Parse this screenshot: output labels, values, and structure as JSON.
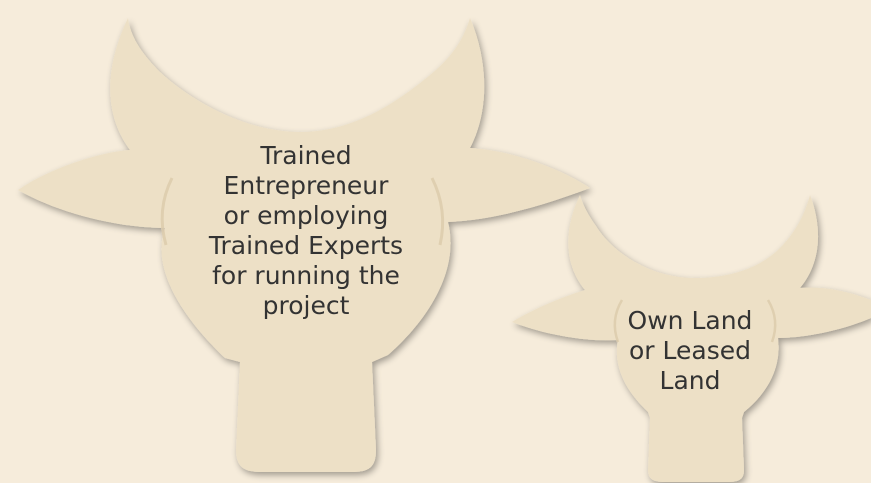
{
  "cows": [
    {
      "id": "cow-large",
      "lines": [
        "Trained",
        "Entrepreneur",
        "or employing",
        "Trained Experts",
        "for running the",
        "project"
      ]
    },
    {
      "id": "cow-small",
      "lines": [
        "Own Land",
        "or Leased",
        "Land"
      ]
    }
  ],
  "colors": {
    "background": "#f6ecdb",
    "cow_fill": "#ede0c6",
    "text": "#333333"
  }
}
